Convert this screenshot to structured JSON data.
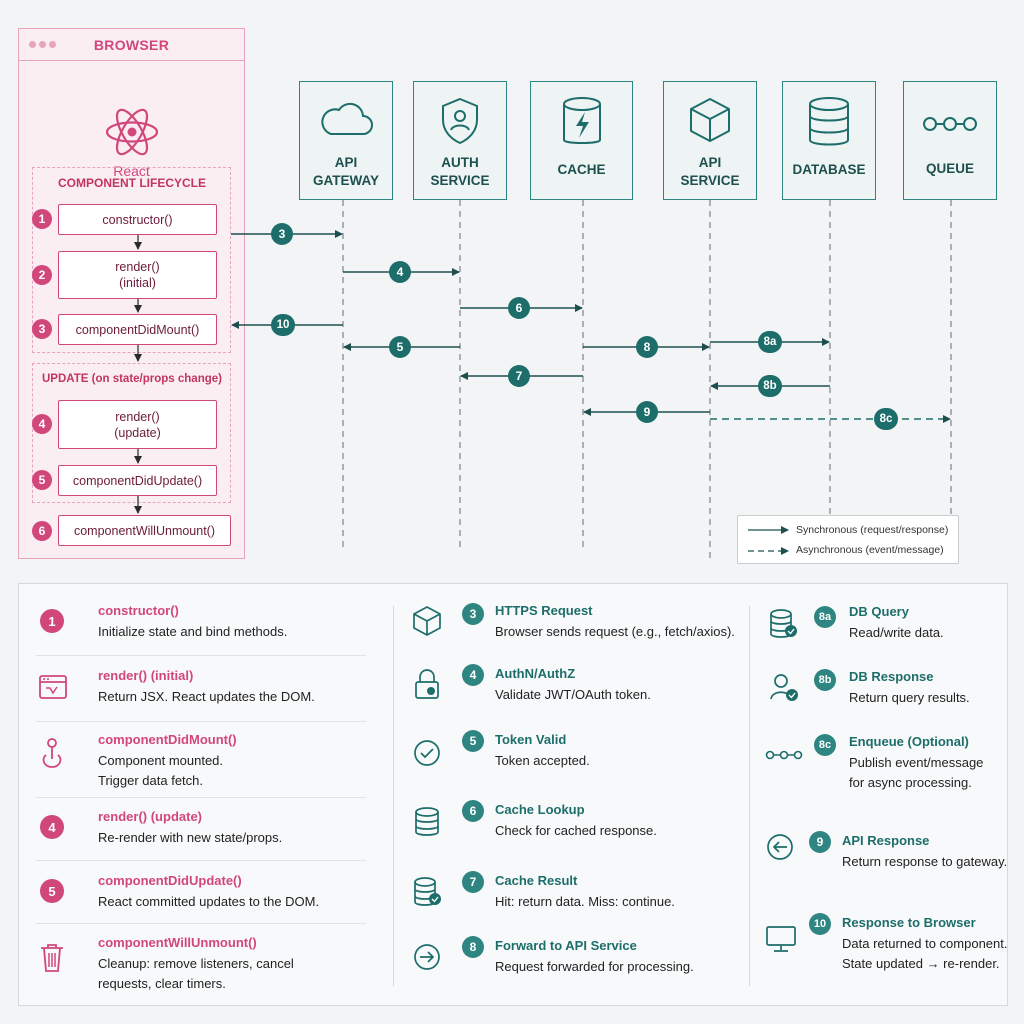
{
  "browser": {
    "title": "BROWSER",
    "react_label": "React",
    "lifecycle_title": "COMPONENT LIFECYCLE",
    "update_title": "UPDATE (on state/props change)",
    "lifecycle": [
      {
        "num": "1",
        "label": "constructor()"
      },
      {
        "num": "2",
        "label": "render()\n(initial)"
      },
      {
        "num": "3",
        "label": "componentDidMount()"
      },
      {
        "num": "4",
        "label": "render()\n(update)"
      },
      {
        "num": "5",
        "label": "componentDidUpdate()"
      },
      {
        "num": "6",
        "label": "componentWillUnmount()"
      }
    ]
  },
  "services": [
    {
      "label": "API\nGATEWAY",
      "icon": "cloud-icon"
    },
    {
      "label": "AUTH\nSERVICE",
      "icon": "shield-user-icon"
    },
    {
      "label": "CACHE",
      "icon": "cache-bolt-icon"
    },
    {
      "label": "API\nSERVICE",
      "icon": "cube-icon"
    },
    {
      "label": "DATABASE",
      "icon": "database-icon"
    },
    {
      "label": "QUEUE",
      "icon": "queue-icon"
    }
  ],
  "steps": [
    "3",
    "4",
    "6",
    "10",
    "5",
    "8",
    "8a",
    "7",
    "8b",
    "9",
    "8c"
  ],
  "legend": {
    "sync": "Synchronous (request/response)",
    "async": "Asynchronous (event/message)"
  },
  "colors": {
    "pink": "#d2477a",
    "teal": "#1d6e6b",
    "pink_bg": "#fbeef3",
    "teal_bg": "#eef4f3"
  },
  "details": {
    "col1": [
      {
        "num": "1",
        "title": "constructor()",
        "desc": "Initialize state and bind methods."
      },
      {
        "icon": "browser-window-icon",
        "title": "render() (initial)",
        "desc": "Return JSX. React updates the DOM."
      },
      {
        "icon": "touch-icon",
        "title": "componentDidMount()",
        "desc": "Component mounted.\nTrigger data fetch."
      },
      {
        "num": "4",
        "title": "render() (update)",
        "desc": "Re-render with new state/props."
      },
      {
        "num": "5",
        "title": "componentDidUpdate()",
        "desc": "React committed updates to the DOM."
      },
      {
        "icon": "trash-icon",
        "title": "componentWillUnmount()",
        "desc": "Cleanup: remove listeners, cancel\nrequests, clear timers."
      }
    ],
    "col2": [
      {
        "num": "3",
        "icon": "cube-icon",
        "title": "HTTPS Request",
        "desc": "Browser sends request (e.g., fetch/axios)."
      },
      {
        "num": "4",
        "icon": "lock-icon",
        "title": "AuthN/AuthZ",
        "desc": "Validate JWT/OAuth token."
      },
      {
        "num": "5",
        "icon": "check-circle-icon",
        "title": "Token Valid",
        "desc": "Token accepted."
      },
      {
        "num": "6",
        "icon": "database-icon",
        "title": "Cache Lookup",
        "desc": "Check for cached response."
      },
      {
        "num": "7",
        "icon": "database-check-icon",
        "title": "Cache Result",
        "desc": "Hit: return data. Miss: continue."
      },
      {
        "num": "8",
        "icon": "arrow-right-circle-icon",
        "title": "Forward to API Service",
        "desc": "Request forwarded for processing."
      }
    ],
    "col3": [
      {
        "num": "8a",
        "icon": "database-check-icon",
        "title": "DB Query",
        "desc": "Read/write data."
      },
      {
        "num": "8b",
        "icon": "user-check-icon",
        "title": "DB Response",
        "desc": "Return query results."
      },
      {
        "num": "8c",
        "icon": "queue-icon",
        "title": "Enqueue (Optional)",
        "desc": "Publish event/message\nfor async processing."
      },
      {
        "num": "9",
        "icon": "arrow-left-circle-icon",
        "title": "API Response",
        "desc": "Return response to gateway."
      },
      {
        "num": "10",
        "icon": "monitor-icon",
        "title": "Response to Browser",
        "desc": "Data returned to component.\nState updated → re-render."
      }
    ]
  }
}
